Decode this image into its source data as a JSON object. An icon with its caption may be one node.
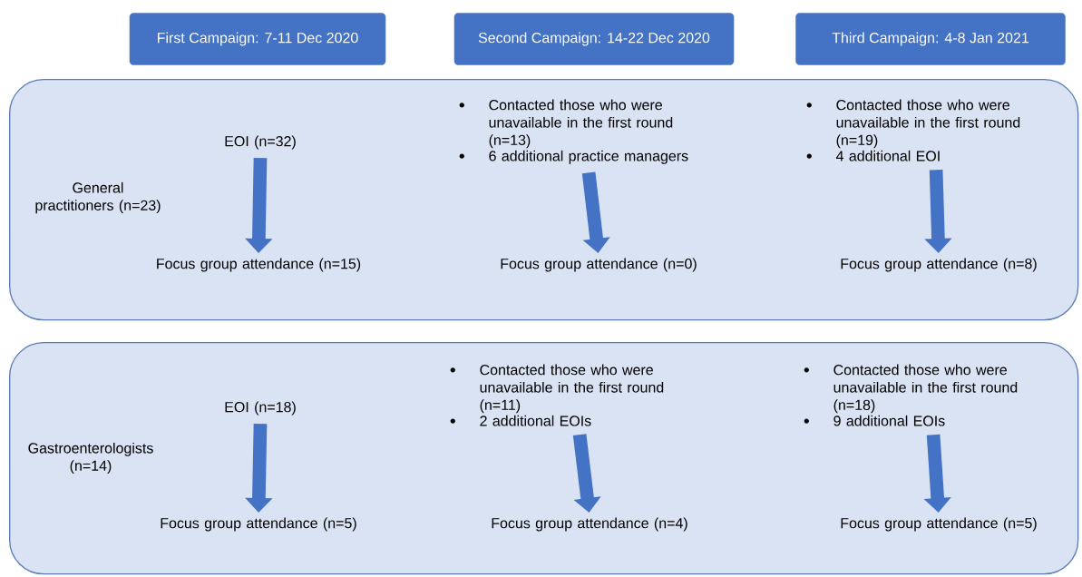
{
  "diagram": {
    "nodes": [
      {
        "text": [
          "First Campaign: 7-11 Dec 2020"
        ]
      },
      {
        "text": [
          "Second Campaign: 14-22 Dec 2020"
        ]
      },
      {
        "text": [
          "Third Campaign: 4-8 Jan 2021"
        ]
      },
      {
        "text": [
          "General practitioners (n=23)"
        ]
      },
      {
        "text": [
          "EOI (n=32)"
        ],
        "in": 3
      },
      {
        "text": [
          "Focus group attendance (n=15)"
        ],
        "in": 3
      },
      {
        "text": [
          "Contacted those who were unavailable in the first round (n=13)",
          "6 additional practice managers"
        ],
        "in": 3
      },
      {
        "text": [
          "Focus group attendance (n=0)"
        ],
        "in": 3
      },
      {
        "text": [
          "Contacted those who were unavailable in the first round (n=19)",
          "4 additional EOI"
        ],
        "in": 3
      },
      {
        "text": [
          "Focus group attendance (n=8)"
        ],
        "in": 3
      },
      {
        "text": [
          "Gastroenterologists (n=14)"
        ]
      },
      {
        "text": [
          "EOI (n=18)"
        ],
        "in": 10
      },
      {
        "text": [
          "Focus group attendance (n=5)"
        ],
        "in": 10
      },
      {
        "text": [
          "Contacted those who were unavailable in the first round (n=11)",
          "2 additional EOIs"
        ],
        "in": 10
      },
      {
        "text": [
          "Focus group attendance (n=4)"
        ],
        "in": 10
      },
      {
        "text": [
          "Contacted those who were unavailable in the first round (n=18)",
          "9 additional EOIs"
        ],
        "in": 10
      },
      {
        "text": [
          "Focus group attendance (n=5)"
        ],
        "in": 10
      }
    ],
    "edges": [
      {
        "from": 4,
        "to": 5,
        "arrow": "to"
      },
      {
        "from": 6,
        "to": 7,
        "arrow": "to"
      },
      {
        "from": 8,
        "to": 9,
        "arrow": "to"
      },
      {
        "from": 11,
        "to": 12,
        "arrow": "to"
      },
      {
        "from": 13,
        "to": 14,
        "arrow": "to"
      },
      {
        "from": 15,
        "to": 16,
        "arrow": "to"
      }
    ]
  }
}
